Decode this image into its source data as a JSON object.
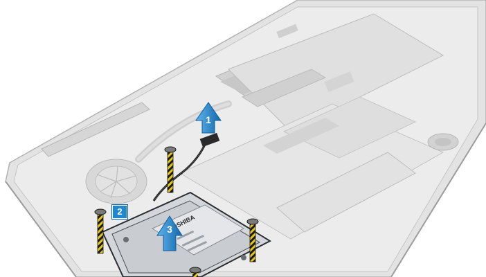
{
  "figure": {
    "callouts": [
      "1",
      "2",
      "3"
    ],
    "drive_label": "TOSHIBA",
    "colors": {
      "chassis": "#dcdcdc",
      "chassis_edge": "#a8a8a8",
      "drive_body": "#c9ccd0",
      "drive_edge": "#2b2d31",
      "arrow_blue": "#1f86d0",
      "screw_stripe": "#e6c619",
      "cable": "#1a1a1a"
    },
    "icons": [
      "up-arrow-icon",
      "screw-icon"
    ]
  }
}
